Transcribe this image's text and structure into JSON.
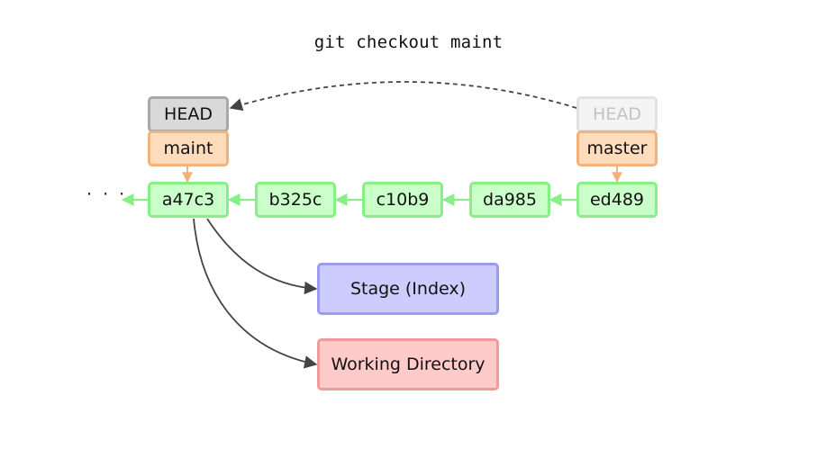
{
  "command": "git checkout maint",
  "head": {
    "current": "HEAD",
    "previous": "HEAD"
  },
  "branches": {
    "maint": "maint",
    "master": "master"
  },
  "commits": [
    "a47c3",
    "b325c",
    "c10b9",
    "da985",
    "ed489"
  ],
  "ellipsis": "· · ·",
  "areas": {
    "stage": "Stage (Index)",
    "working_directory": "Working Directory"
  },
  "colors": {
    "commit_fill": "#caffca",
    "commit_border": "#88ee88",
    "branch_fill": "#ffdcbc",
    "branch_border": "#f4b27a",
    "head_fill": "#d9d9d9",
    "head_border": "#a8a8a8",
    "stage_fill": "#ccccff",
    "stage_border": "#9b9bf0",
    "wd_fill": "#ffcaca",
    "wd_border": "#f09b9b"
  }
}
